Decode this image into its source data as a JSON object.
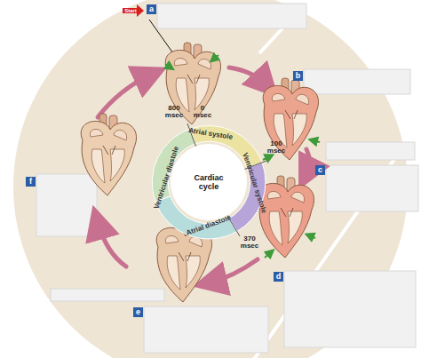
{
  "diagram": {
    "nodes": [
      {
        "text": [
          "Cardiac cycle"
        ]
      }
    ],
    "labels": [
      "Start",
      "a",
      "b",
      "c",
      "d",
      "e",
      "f",
      "800 msec",
      "0 msec",
      "100 msec",
      "370 msec",
      "Atrial systole",
      "Ventricular systole",
      "Atrial diastole",
      "Ventricular diastole"
    ]
  }
}
